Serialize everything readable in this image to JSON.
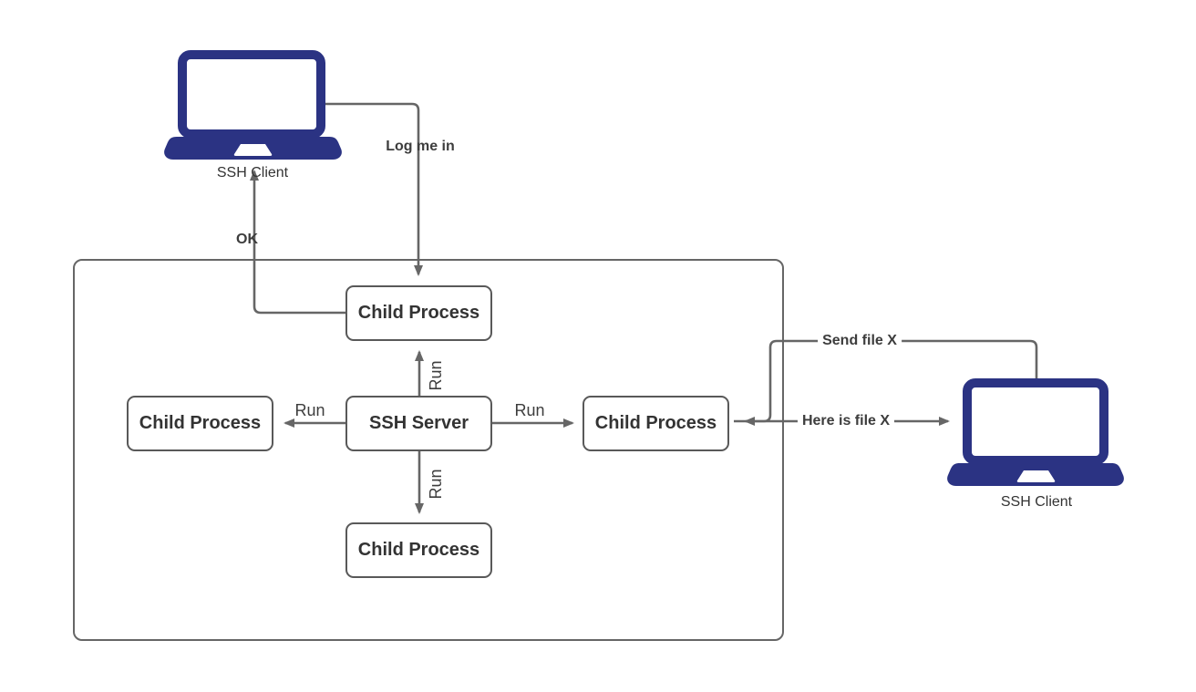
{
  "colors": {
    "background": "#ffffff",
    "laptop": "#2b3383",
    "line": "#666666",
    "box_border": "#595959",
    "text": "#333333",
    "label": "#3d3d3d"
  },
  "nodes": {
    "client_left": {
      "label": "SSH Client"
    },
    "client_right": {
      "label": "SSH Client"
    },
    "server": {
      "label": "SSH Server"
    },
    "child_top": {
      "label": "Child Process"
    },
    "child_left": {
      "label": "Child Process"
    },
    "child_right": {
      "label": "Child Process"
    },
    "child_bottom": {
      "label": "Child Process"
    }
  },
  "edges": {
    "log_me_in": {
      "label": "Log me in",
      "from": "client_left",
      "to": "child_top"
    },
    "ok": {
      "label": "OK",
      "from": "child_top",
      "to": "client_left"
    },
    "run_up": {
      "label": "Run",
      "from": "server",
      "to": "child_top"
    },
    "run_left": {
      "label": "Run",
      "from": "server",
      "to": "child_left"
    },
    "run_right": {
      "label": "Run",
      "from": "server",
      "to": "child_right"
    },
    "run_down": {
      "label": "Run",
      "from": "server",
      "to": "child_bottom"
    },
    "send_file_x": {
      "label": "Send file X",
      "from": "client_right",
      "to": "child_right"
    },
    "here_is_file_x": {
      "label": "Here is file X",
      "from": "child_right",
      "to": "client_right"
    }
  }
}
